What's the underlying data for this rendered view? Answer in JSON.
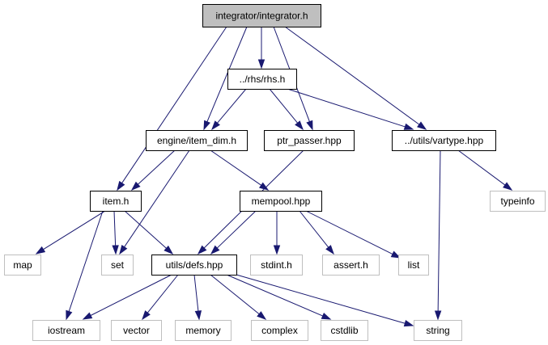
{
  "diagram": {
    "colors": {
      "edge": "#191970",
      "root_fill": "#bfbfbf",
      "box_border": "#000000",
      "ext_border": "#bfbfbf",
      "fill": "#ffffff",
      "text": "#000000"
    },
    "nodes": [
      {
        "id": "integrator",
        "label": "integrator/integrator.h",
        "kind": "root"
      },
      {
        "id": "rhs",
        "label": "../rhs/rhs.h",
        "kind": "local"
      },
      {
        "id": "item_dim",
        "label": "engine/item_dim.h",
        "kind": "local"
      },
      {
        "id": "ptr_passer",
        "label": "ptr_passer.hpp",
        "kind": "local"
      },
      {
        "id": "vartype",
        "label": "../utils/vartype.hpp",
        "kind": "local"
      },
      {
        "id": "item",
        "label": "item.h",
        "kind": "local"
      },
      {
        "id": "mempool",
        "label": "mempool.hpp",
        "kind": "local"
      },
      {
        "id": "typeinfo",
        "label": "typeinfo",
        "kind": "external"
      },
      {
        "id": "map",
        "label": "map",
        "kind": "external"
      },
      {
        "id": "set",
        "label": "set",
        "kind": "external"
      },
      {
        "id": "defs",
        "label": "utils/defs.hpp",
        "kind": "local"
      },
      {
        "id": "stdint",
        "label": "stdint.h",
        "kind": "external"
      },
      {
        "id": "assert",
        "label": "assert.h",
        "kind": "external"
      },
      {
        "id": "list",
        "label": "list",
        "kind": "external"
      },
      {
        "id": "iostream",
        "label": "iostream",
        "kind": "external"
      },
      {
        "id": "vector",
        "label": "vector",
        "kind": "external"
      },
      {
        "id": "memory",
        "label": "memory",
        "kind": "external"
      },
      {
        "id": "complex",
        "label": "complex",
        "kind": "external"
      },
      {
        "id": "cstdlib",
        "label": "cstdlib",
        "kind": "external"
      },
      {
        "id": "string",
        "label": "string",
        "kind": "external"
      }
    ],
    "edges": [
      {
        "from": "integrator",
        "to": "rhs"
      },
      {
        "from": "integrator",
        "to": "item_dim"
      },
      {
        "from": "integrator",
        "to": "ptr_passer"
      },
      {
        "from": "integrator",
        "to": "vartype"
      },
      {
        "from": "integrator",
        "to": "item"
      },
      {
        "from": "rhs",
        "to": "item_dim"
      },
      {
        "from": "rhs",
        "to": "ptr_passer"
      },
      {
        "from": "rhs",
        "to": "vartype"
      },
      {
        "from": "item_dim",
        "to": "item"
      },
      {
        "from": "item_dim",
        "to": "set"
      },
      {
        "from": "item_dim",
        "to": "mempool"
      },
      {
        "from": "ptr_passer",
        "to": "defs"
      },
      {
        "from": "vartype",
        "to": "typeinfo"
      },
      {
        "from": "vartype",
        "to": "string"
      },
      {
        "from": "item",
        "to": "map"
      },
      {
        "from": "item",
        "to": "set"
      },
      {
        "from": "item",
        "to": "defs"
      },
      {
        "from": "item",
        "to": "iostream"
      },
      {
        "from": "mempool",
        "to": "defs"
      },
      {
        "from": "mempool",
        "to": "stdint"
      },
      {
        "from": "mempool",
        "to": "assert"
      },
      {
        "from": "mempool",
        "to": "list"
      },
      {
        "from": "defs",
        "to": "iostream"
      },
      {
        "from": "defs",
        "to": "vector"
      },
      {
        "from": "defs",
        "to": "memory"
      },
      {
        "from": "defs",
        "to": "complex"
      },
      {
        "from": "defs",
        "to": "cstdlib"
      },
      {
        "from": "defs",
        "to": "string"
      }
    ]
  }
}
